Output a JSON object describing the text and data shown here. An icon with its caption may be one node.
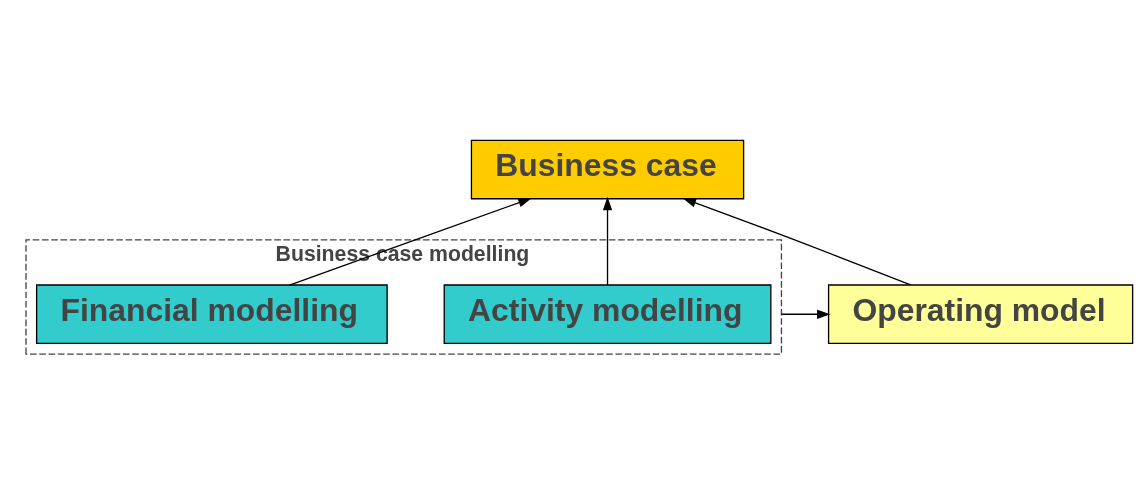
{
  "diagram": {
    "nodes": [
      {
        "text": [
          "Business case"
        ]
      },
      {
        "text": [
          "Business case modelling"
        ]
      },
      {
        "text": [
          "Activity modelling"
        ],
        "in": 1
      },
      {
        "text": [
          "Financial modelling"
        ],
        "in": 1
      },
      {
        "text": [
          "Operating model"
        ]
      }
    ],
    "edges": [
      {
        "from": 2,
        "to": 0,
        "arrow": "to"
      },
      {
        "from": 3,
        "to": 0,
        "arrow": "to"
      },
      {
        "from": 4,
        "to": 0,
        "arrow": "to"
      },
      {
        "from": 1,
        "to": 4,
        "arrow": "to"
      }
    ]
  }
}
